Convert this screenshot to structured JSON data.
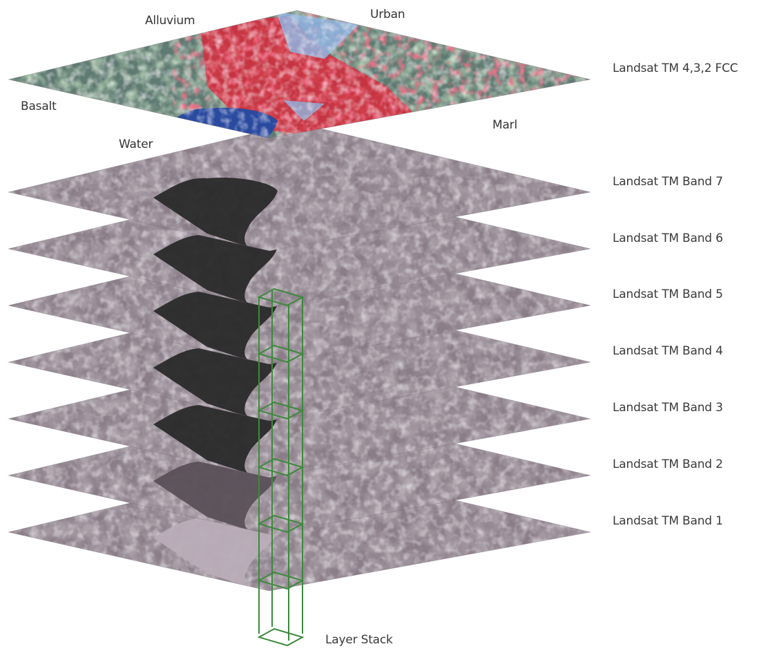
{
  "layers": [
    {
      "label": "Landsat TM 4,3,2 FCC",
      "kind": "fcc"
    },
    {
      "label": "Landsat TM Band 7",
      "kind": "band"
    },
    {
      "label": "Landsat TM Band 6",
      "kind": "band"
    },
    {
      "label": "Landsat TM Band 5",
      "kind": "band"
    },
    {
      "label": "Landsat TM Band 4",
      "kind": "band"
    },
    {
      "label": "Landsat TM Band 3",
      "kind": "band"
    },
    {
      "label": "Landsat TM Band 2",
      "kind": "band"
    },
    {
      "label": "Landsat TM Band 1",
      "kind": "band"
    }
  ],
  "regions": {
    "alluvium": "Alluvium",
    "urban": "Urban",
    "basalt": "Basalt",
    "water": "Water",
    "marl": "Marl"
  },
  "stack_label": "Layer Stack",
  "colors": {
    "stack_outline": "#3c8a3c",
    "fcc_vegetation": "#d8283a",
    "fcc_water": "#2a4aa0",
    "fcc_urban": "#8fb4e0",
    "fcc_ground": "#5f7a72",
    "band_ground": "#8a7d88",
    "band_water": "#2a2a2a",
    "label_text": "#3a3a3a"
  }
}
